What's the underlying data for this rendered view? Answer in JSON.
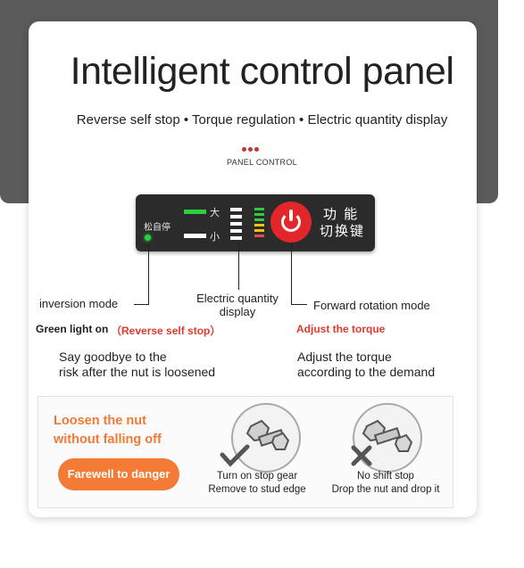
{
  "header": {
    "title": "Intelligent control panel",
    "subtitle": "Reverse self stop • Torque regulation • Electric quantity display",
    "tag": "PANEL CONTROL"
  },
  "device": {
    "loosen_label": "松自停",
    "big_label": "大",
    "small_label": "小",
    "function_line1": "功 能",
    "function_line2": "切换键",
    "colors": {
      "power": "#e3262a",
      "green": "#2ecc40",
      "yellow": "#f1c40f",
      "red_level": "#e74c3c"
    }
  },
  "labels": {
    "inversion": "inversion mode",
    "electric_line1": "Electric quantity",
    "electric_line2": "display",
    "forward": "Forward rotation mode",
    "green_light": "Green light on",
    "reverse_self_stop": "（Reverse self stop）",
    "adjust_torque": "Adjust the torque"
  },
  "descriptions": {
    "left_line1": "Say goodbye to the",
    "left_line2": "risk after the nut is loosened",
    "right_line1": "Adjust the torque",
    "right_line2": "according to the demand"
  },
  "bottom": {
    "heading_line1": "Loosen the nut",
    "heading_line2": "without falling off",
    "button": "Farewell to danger",
    "item1_line1": "Turn on stop gear",
    "item1_line2": "Remove to stud edge",
    "item2_line1": "No shift stop",
    "item2_line2": "Drop the nut and drop it"
  }
}
